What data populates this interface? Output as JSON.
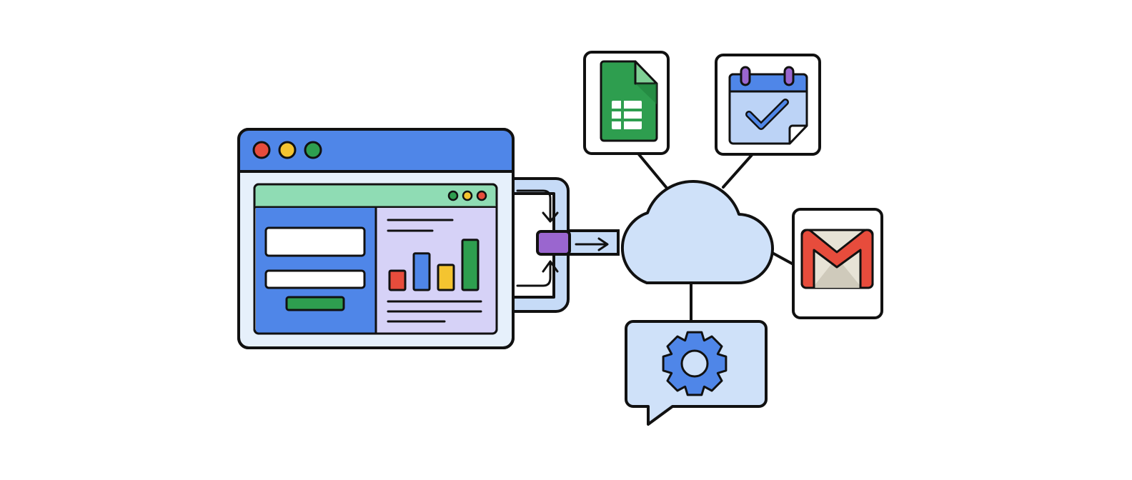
{
  "diagram": {
    "colors": {
      "outline": "#111111",
      "window_header": "#4f86e8",
      "window_frame": "#e6f0fb",
      "inner_header": "#8fdcb4",
      "form_panel": "#4f86e8",
      "chart_panel": "#d6d2f7",
      "connector_pipe": "#c6dbf7",
      "connector_hub": "#9a66cf",
      "cloud": "#cfe1f9",
      "card_bg": "#ffffff",
      "bubble_bg": "#cfe1f9",
      "red": "#e74c3c",
      "yellow": "#f4c430",
      "green": "#2e9e4f",
      "blue": "#4f86e8"
    },
    "window_dots": [
      "#e74c3c",
      "#f4c430",
      "#2e9e4f"
    ],
    "inner_dots": [
      "#2e9e4f",
      "#f4c430",
      "#e74c3c"
    ],
    "chart_panel_bars": [
      {
        "color": "#e74c3c",
        "value": 1.0
      },
      {
        "color": "#4f86e8",
        "value": 1.9
      },
      {
        "color": "#f4c430",
        "value": 1.3
      },
      {
        "color": "#2e9e4f",
        "value": 2.6
      }
    ],
    "icons": [
      "spreadsheet-icon",
      "calendar-check-icon",
      "mail-icon",
      "gear-icon",
      "cloud-icon"
    ]
  }
}
